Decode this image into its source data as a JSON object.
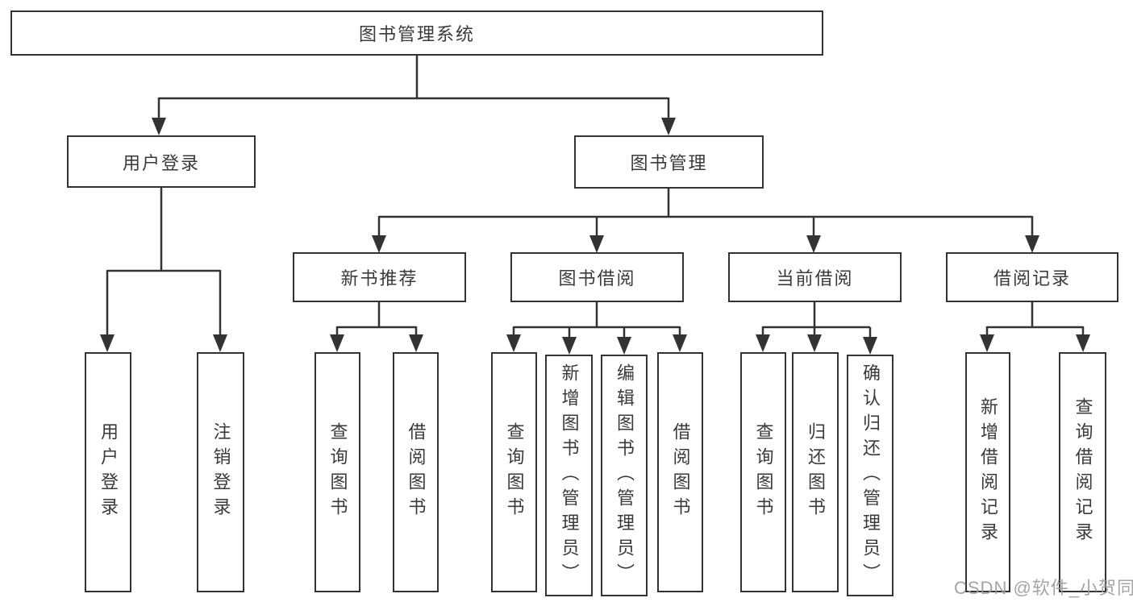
{
  "diagram": {
    "root": {
      "label": "图书管理系统"
    },
    "branches": {
      "user_login": {
        "label": "用户登录",
        "children": [
          {
            "label": "用户登录"
          },
          {
            "label": "注销登录"
          }
        ]
      },
      "book_mgmt": {
        "label": "图书管理",
        "children": [
          {
            "label": "新书推荐",
            "children": [
              {
                "label": "查询图书"
              },
              {
                "label": "借阅图书"
              }
            ]
          },
          {
            "label": "图书借阅",
            "children": [
              {
                "label": "查询图书"
              },
              {
                "label": "新增图书（管理员）"
              },
              {
                "label": "编辑图书（管理员）"
              },
              {
                "label": "借阅图书"
              }
            ]
          },
          {
            "label": "当前借阅",
            "children": [
              {
                "label": "查询图书"
              },
              {
                "label": "归还图书"
              },
              {
                "label": "确认归还（管理员）"
              }
            ]
          },
          {
            "label": "借阅记录",
            "children": [
              {
                "label": "新增借阅记录"
              },
              {
                "label": "查询借阅记录"
              }
            ]
          }
        ]
      }
    },
    "watermark": "CSDN @软件_小贺同学",
    "colors": {
      "line": "#333333",
      "box_border": "#333333",
      "text": "#3a3a3a",
      "watermark": "#9b9b9b",
      "background": "#ffffff"
    }
  }
}
